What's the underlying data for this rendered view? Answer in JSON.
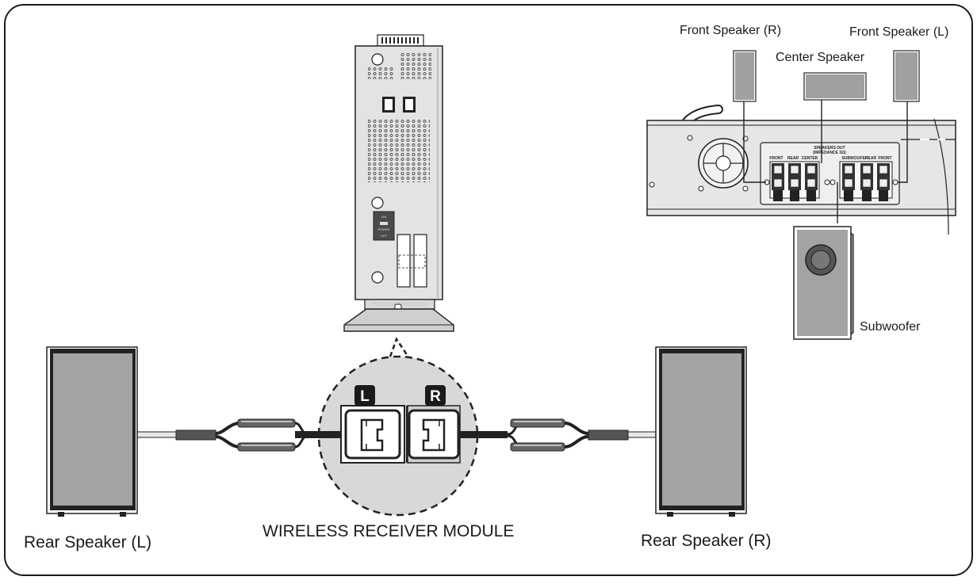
{
  "labels": {
    "front_speaker_r": "Front Speaker (R)",
    "front_speaker_l": "Front Speaker (L)",
    "center_speaker": "Center Speaker",
    "subwoofer": "Subwoofer",
    "rear_speaker_l": "Rear Speaker (L)",
    "rear_speaker_r": "Rear Speaker (R)",
    "wireless_module": "WIRELESS RECEIVER MODULE"
  },
  "main_unit": {
    "panel_title": "SPEAKERS OUT",
    "panel_subtitle": "(IMPEDANCE 3Ω)",
    "terminal_front_left": "FRONT",
    "terminal_rear_left": "REAR",
    "terminal_center": "CENTER",
    "terminal_subwoofer": "SUBWOOFER",
    "terminal_rear_right": "REAR",
    "terminal_front_right": "FRONT"
  },
  "module": {
    "badge_left": "L",
    "badge_right": "R",
    "switch_on": "ON",
    "switch_power": "POWER",
    "switch_off": "OFF"
  },
  "colors": {
    "speaker_grille": "#a3a3a3",
    "speaker_frame": "#1a1a1a",
    "panel_gray": "#e6e6e6",
    "outline": "#1a1a1a"
  }
}
